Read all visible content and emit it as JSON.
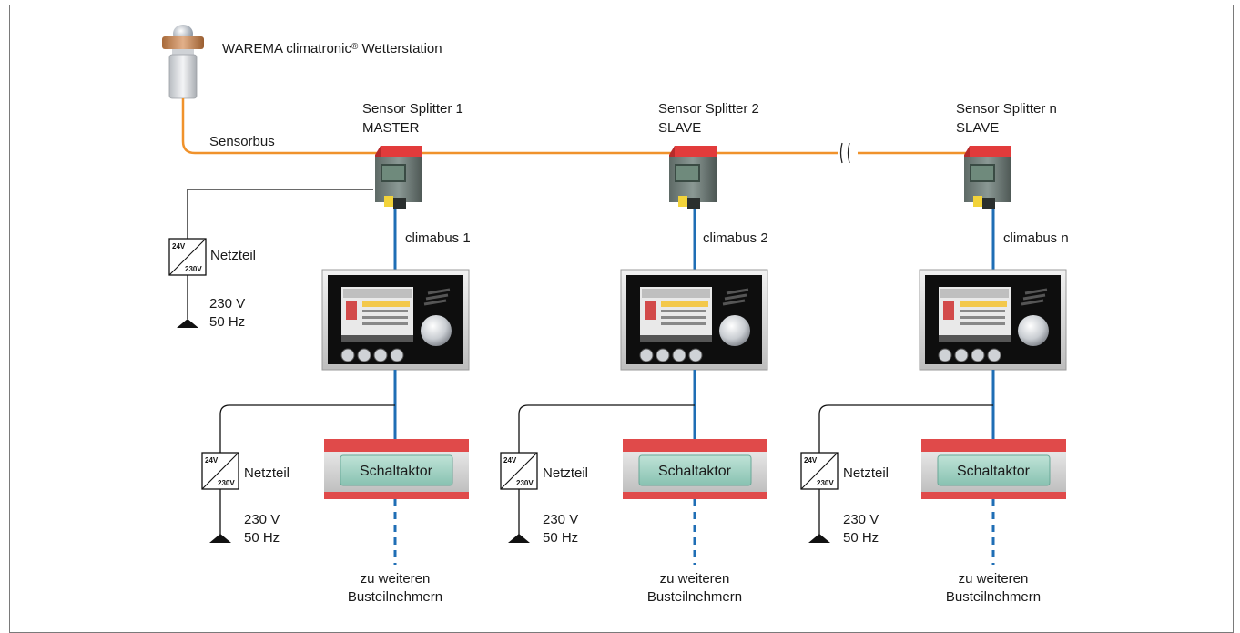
{
  "weather_station": {
    "name": "WAREMA climatronic",
    "reg": "®",
    "suffix": " Wetterstation"
  },
  "sensorbus_label": "Sensorbus",
  "colors": {
    "sensorbus": "#f0922b",
    "climabus": "#1f6eb5",
    "power": "#111111",
    "splitter_terminal": "#e23b3b",
    "actuator_red": "#e04a4a",
    "actuator_green": "#9fd3c4"
  },
  "splitters": [
    {
      "name": "Sensor Splitter 1",
      "role": "MASTER",
      "bus": "climabus 1"
    },
    {
      "name": "Sensor Splitter 2",
      "role": "SLAVE",
      "bus": "climabus 2"
    },
    {
      "name": "Sensor Splitter n",
      "role": "SLAVE",
      "bus": "climabus n"
    }
  ],
  "power_supply": {
    "label": "Netzteil",
    "v_in": "24V",
    "v_out": "230V",
    "mains_v": "230 V",
    "mains_hz": "50 Hz"
  },
  "actuator": {
    "label": "Schaltaktor"
  },
  "more_label": {
    "line1": "zu weiteren",
    "line2": "Busteilnehmern"
  }
}
